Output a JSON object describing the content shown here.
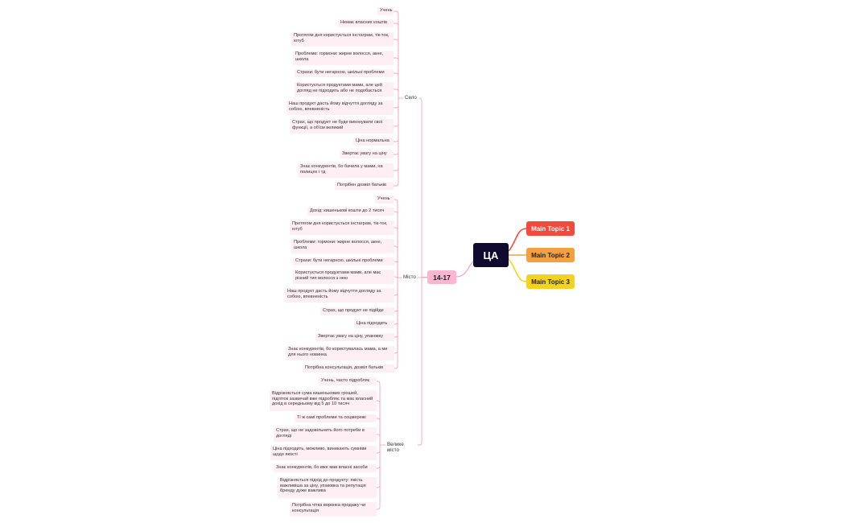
{
  "root": {
    "label": "ЦА"
  },
  "age": {
    "label": "14-17"
  },
  "topics": [
    {
      "label": "Main Topic 1",
      "color": "#f24a3d",
      "text_color": "#ffffff"
    },
    {
      "label": "Main Topic 2",
      "color": "#f5a03f",
      "text_color": "#222222"
    },
    {
      "label": "Main Topic 3",
      "color": "#f5d21f",
      "text_color": "#222222"
    }
  ],
  "branches": [
    {
      "label": "Село",
      "items": [
        "Учень",
        "Немає власних коштів",
        "Протягом дня користується інстаграм, тік-ток, ютуб",
        "Проблеми: гормони: жирне волосся, акне, школа",
        "Страхи: бути негарною, шкільні проблеми",
        "Користується продуктами мами, але цей догляд не підходить або не подобається",
        "Наш продукт дасть йому відчуття догляду за собою, впевненість",
        "Страх, що продукт не буде виконувати свої функції, а об'єм великий",
        "Ціна нормальна",
        "Звертає увагу на ціну",
        "Знає конкурентів, бо бачила у мами, на полицях і тд",
        "Потрібен дозвіл батьків"
      ]
    },
    {
      "label": "Місто",
      "items": [
        "Учень",
        "Дохід: кишенькові кошти до 2 тисяч",
        "Протягом дня користується інстаграм, тік-ток, ютуб",
        "Проблеми: гормони: жирне волосся, акне, школа",
        "Страхи: бути негарною, шкільні проблеми",
        "Користується продуктами мами, але має різний тип волосся з нею",
        "Наш продукт дасть йому відчуття догляду за собою, впевненість",
        "Страх, що продукт не підійде",
        "Ціна підходить",
        "Звертає увагу на ціну, упаковку",
        "Знає конкурентів, бо користувалась мама, а ми для нього новинка",
        "Потрібна консультація, дозвіл батьків"
      ]
    },
    {
      "label": "Велике місто",
      "items": [
        "Учень, часто підробляє",
        "Відрізняється сума кишенькових грошей, підліток зазвичай вже підробляє та має власний дохід в середньому від 5 до 10 тисяч",
        "Ті ж самі проблеми та соцмережі",
        "Страх, що не задовільнить його потреби в догляді",
        "Ціна підходить, можливо, виникають сумніви щодо якості",
        "Знає конкурентів, бо вже мав власні засоби",
        "Відрізняється підхід до продукту: якість важливіша за ціну, упаковка та репутація бренду дуже важлива",
        "Потрібна чітка воронка продажу чи консультація"
      ]
    }
  ],
  "colors": {
    "connector": "#f4a6c2",
    "leaf_bg": "#fdeff4",
    "age_bg": "#f9b6cf",
    "root_bg": "#0f0a2e"
  }
}
